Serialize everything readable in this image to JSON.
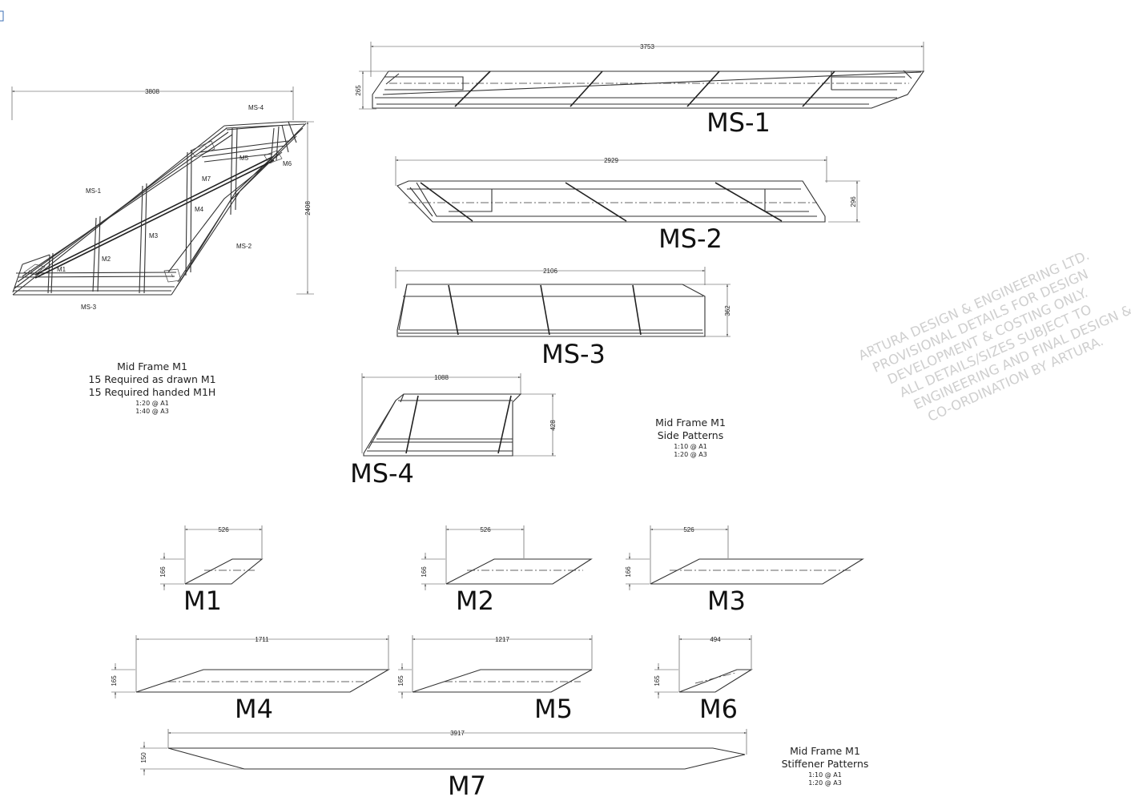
{
  "assembly": {
    "dim_width": "3808",
    "dim_height": "2408",
    "labels": {
      "ms1": "MS-1",
      "ms2": "MS-2",
      "ms3": "MS-3",
      "ms4": "MS-4",
      "m1": "M1",
      "m2": "M2",
      "m3": "M3",
      "m4": "M4",
      "m5": "M5",
      "m6": "M6",
      "m7": "M7"
    }
  },
  "notes": {
    "mid_frame": {
      "title": "Mid Frame M1",
      "line1": "15 Required as drawn M1",
      "line2": "15 Required handed M1H",
      "scale1": "1:20 @ A1",
      "scale2": "1:40 @ A3"
    },
    "side_patterns": {
      "title": "Mid Frame M1",
      "subtitle": "Side Patterns",
      "scale1": "1:10 @ A1",
      "scale2": "1:20 @ A3"
    },
    "stiffener_patterns": {
      "title": "Mid Frame M1",
      "subtitle": "Stiffener Patterns",
      "scale1": "1:10 @ A1",
      "scale2": "1:20 @ A3"
    }
  },
  "parts": {
    "ms1": {
      "label": "MS-1",
      "length": "3753",
      "height": "265"
    },
    "ms2": {
      "label": "MS-2",
      "length": "2929",
      "height": "296"
    },
    "ms3": {
      "label": "MS-3",
      "length": "2106",
      "height": "362"
    },
    "ms4": {
      "label": "MS-4",
      "length": "1088",
      "height": "428"
    },
    "m1": {
      "label": "M1",
      "length": "526",
      "height": "166"
    },
    "m2": {
      "label": "M2",
      "length": "526",
      "height": "166"
    },
    "m3": {
      "label": "M3",
      "length": "526",
      "height": "166"
    },
    "m4": {
      "label": "M4",
      "length": "1711",
      "height": "165"
    },
    "m5": {
      "label": "M5",
      "length": "1217",
      "height": "165"
    },
    "m6": {
      "label": "M6",
      "length": "494",
      "height": "165"
    },
    "m7": {
      "label": "M7",
      "length": "3917",
      "height": "150"
    }
  },
  "watermark": {
    "line1": "ARTURA DESIGN & ENGINEERING LTD.",
    "line2": "PROVISIONAL DETAILS FOR DESIGN",
    "line3": "DEVELOPMENT  & COSTING ONLY.",
    "line4": "ALL DETAILS/SIZES SUBJECT TO",
    "line5": "ENGINEERING AND FINAL DESIGN &",
    "line6": "CO-ORDINATION BY ARTURA."
  },
  "colors": {
    "line": "#333333",
    "watermark": "#cfcfcf",
    "background": "#ffffff"
  }
}
